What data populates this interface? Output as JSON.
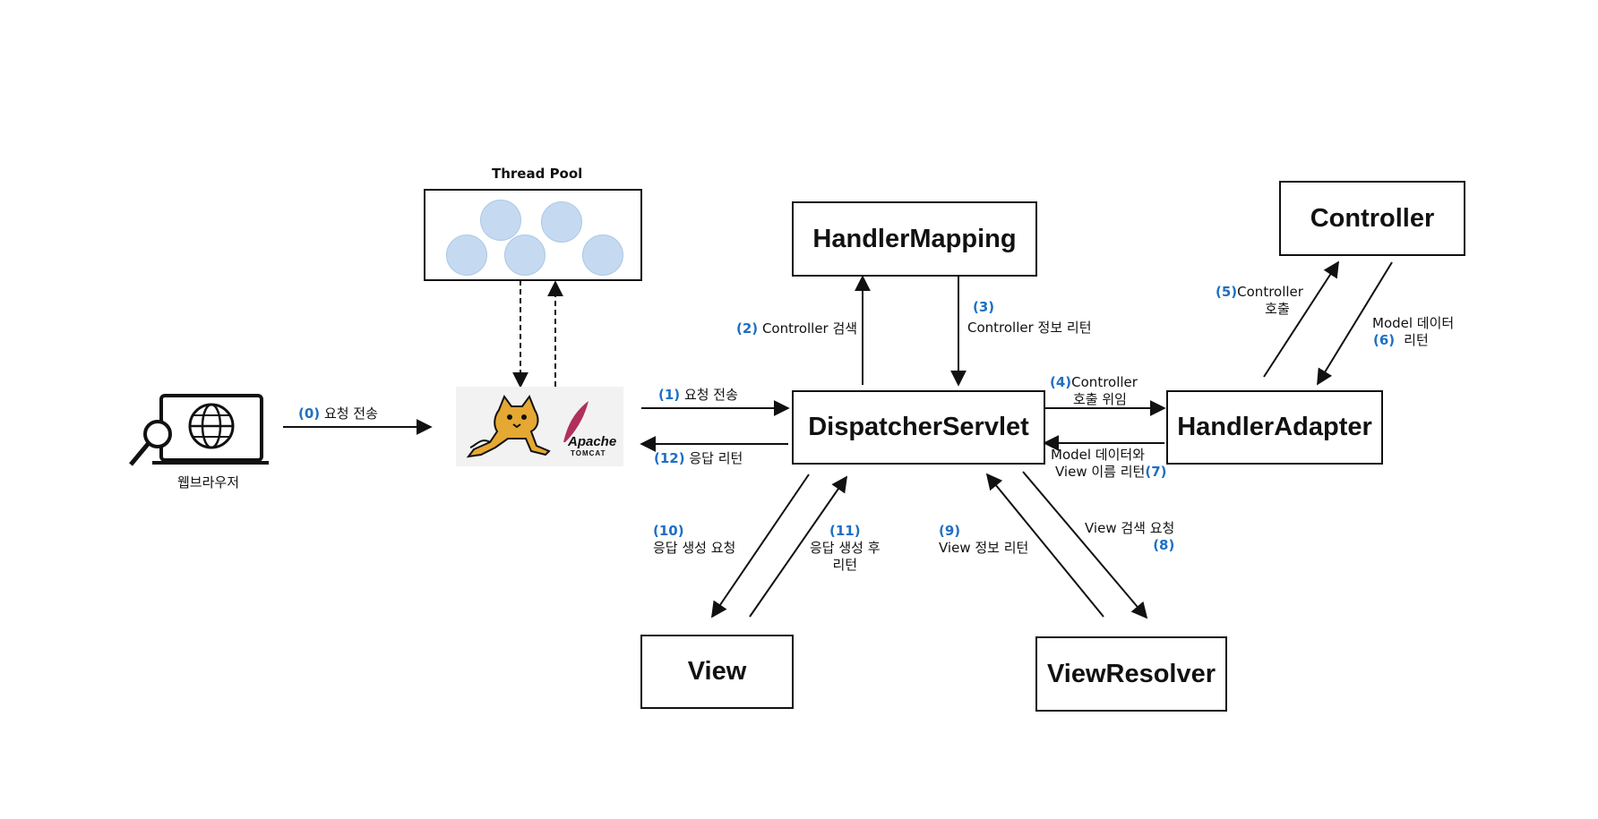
{
  "thread_pool": {
    "title": "Thread Pool"
  },
  "browser": {
    "label": "웹브라우저"
  },
  "tomcat": {
    "brand": "Apache",
    "sub": "TOMCAT"
  },
  "nodes": {
    "handler_mapping": "HandlerMapping",
    "controller": "Controller",
    "dispatcher": "DispatcherServlet",
    "handler_adapter": "HandlerAdapter",
    "view": "View",
    "view_resolver": "ViewResolver"
  },
  "steps": {
    "s0": {
      "num": "(0)",
      "text": "요청 전송"
    },
    "s1": {
      "num": "(1)",
      "text": "요청 전송"
    },
    "s2": {
      "num": "(2)",
      "text": "Controller 검색"
    },
    "s3": {
      "num": "(3)",
      "text": "Controller 정보 리턴"
    },
    "s4": {
      "num": "(4)",
      "line1": "Controller",
      "line2": "호출 위임"
    },
    "s5": {
      "num": "(5)",
      "line1": "Controller",
      "line2": "호출"
    },
    "s6": {
      "num": "(6)",
      "line1": "Model 데이터",
      "line2": "리턴"
    },
    "s7": {
      "num": "(7)",
      "line1": "Model 데이터와",
      "line2": "View 이름 리턴"
    },
    "s8": {
      "num": "(8)",
      "text": "View 검색 요청"
    },
    "s9": {
      "num": "(9)",
      "text": "View 정보 리턴"
    },
    "s10": {
      "num": "(10)",
      "text": "응답 생성 요청"
    },
    "s11": {
      "num": "(11)",
      "line1": "응답 생성 후",
      "line2": "리턴"
    },
    "s12": {
      "num": "(12)",
      "text": "응답 리턴"
    }
  },
  "colors": {
    "step_number": "#1f6fc4",
    "pool_circle": "#c5daf0",
    "line": "#111111"
  },
  "icons": [
    "browser-laptop-icon",
    "globe-icon",
    "magnifier-icon",
    "tomcat-cat-icon",
    "apache-feather-icon"
  ]
}
